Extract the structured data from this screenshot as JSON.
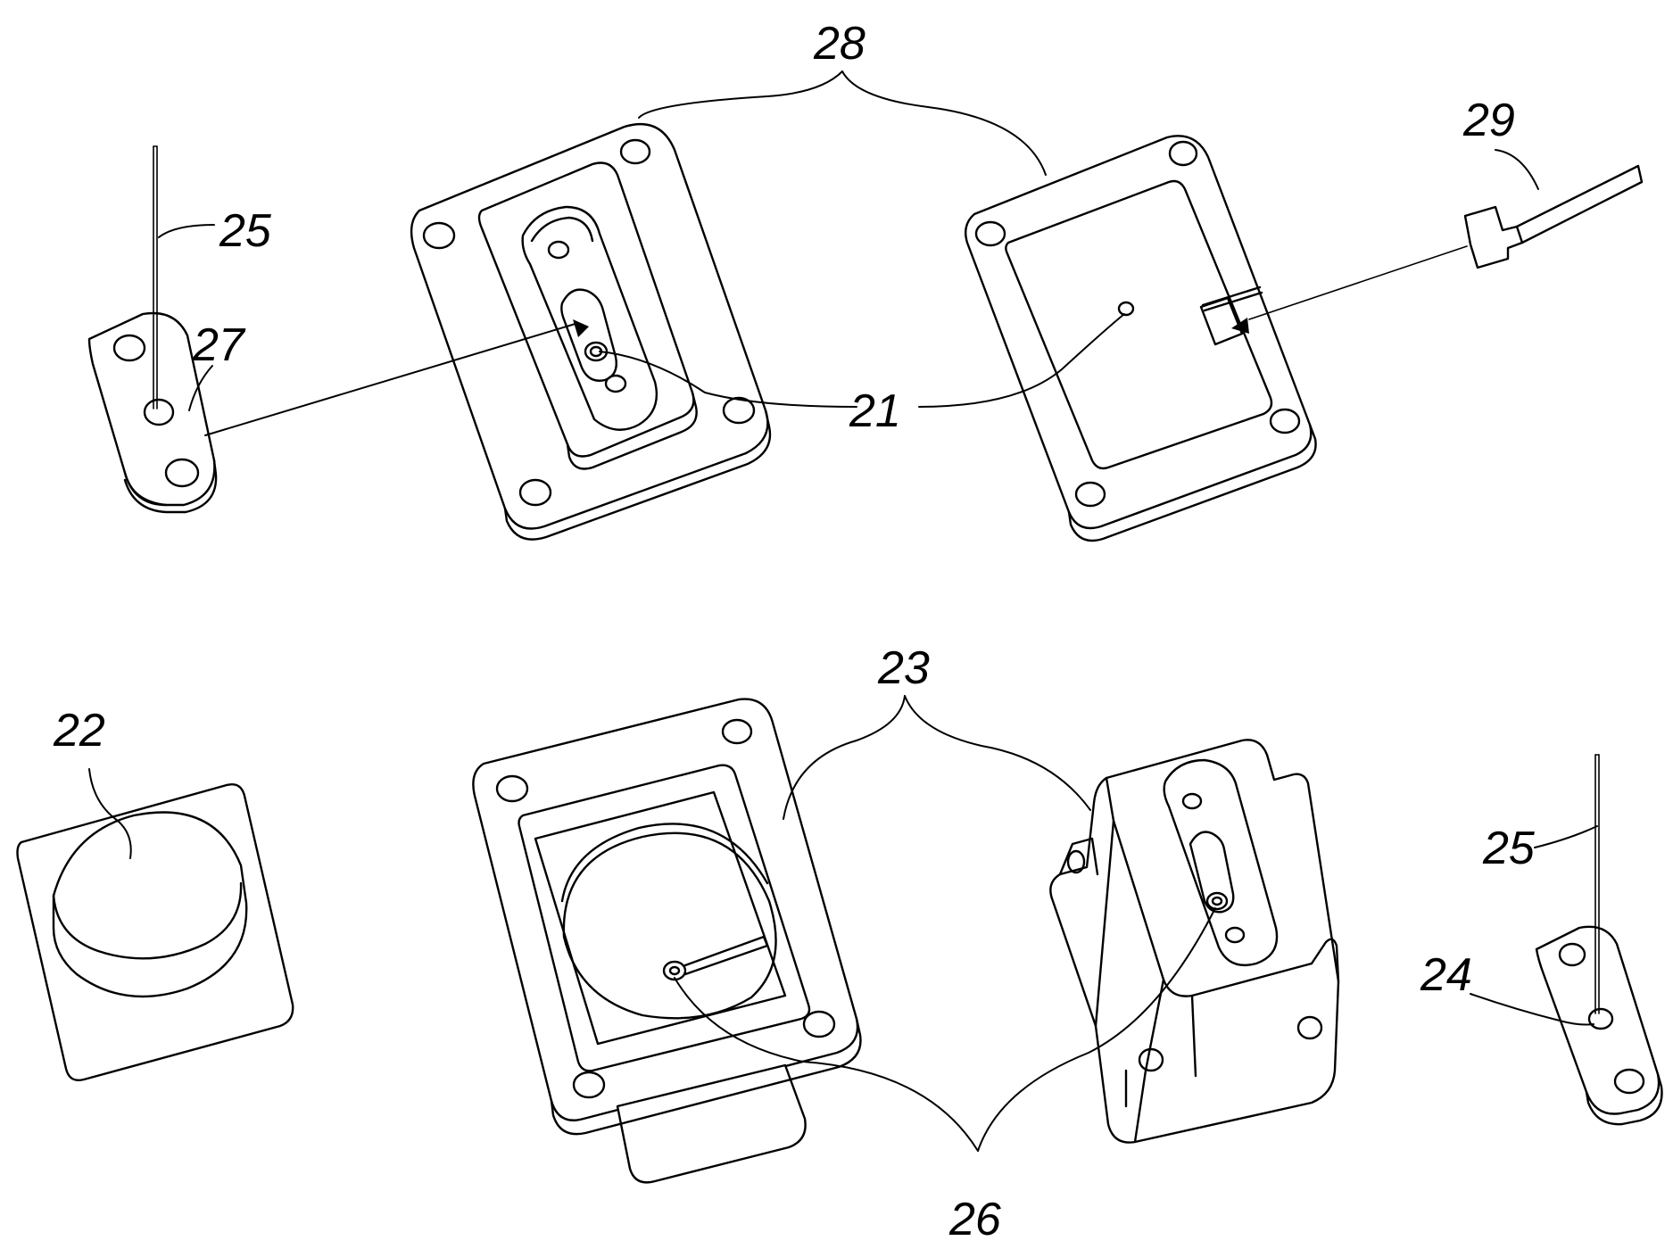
{
  "labels": {
    "n28": "28",
    "n29": "29",
    "n25_top": "25",
    "n27": "27",
    "n21": "21",
    "n22": "22",
    "n23": "23",
    "n25_bottom": "25",
    "n24": "24",
    "n26": "26"
  }
}
